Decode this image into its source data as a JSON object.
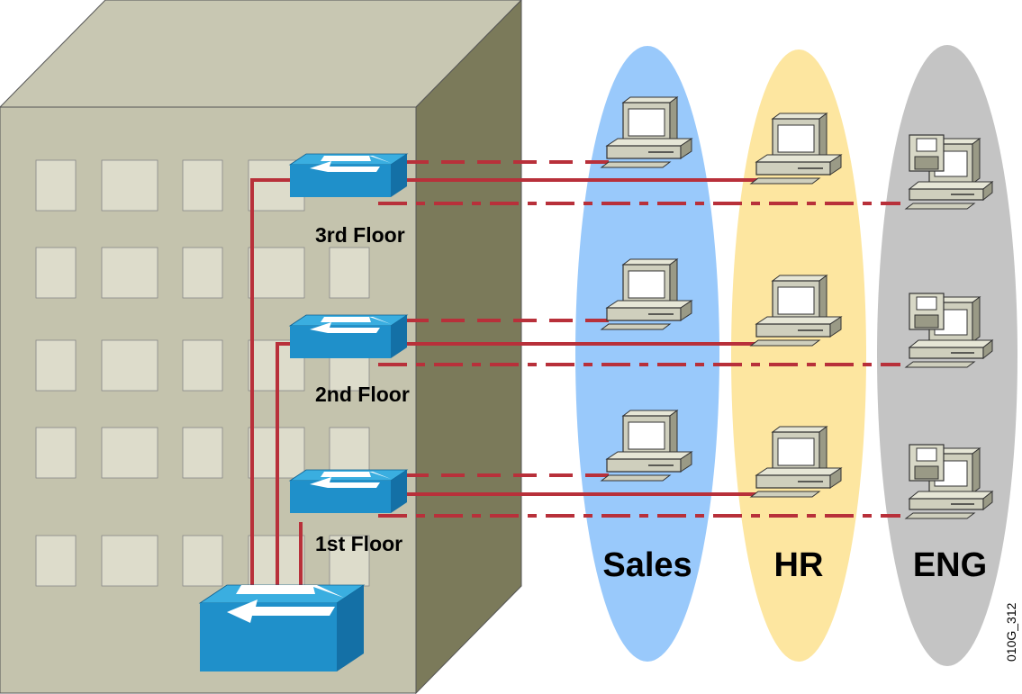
{
  "floors": [
    {
      "label": "3rd Floor"
    },
    {
      "label": "2nd Floor"
    },
    {
      "label": "1st Floor"
    }
  ],
  "groups": [
    {
      "name": "Sales",
      "color": "#99c9fb"
    },
    {
      "name": "HR",
      "color": "#fde6a0"
    },
    {
      "name": "ENG",
      "color": "#c4c4c4"
    }
  ],
  "figure_code": "010G_312",
  "colors": {
    "building_front": "#c4c3ad",
    "building_top": "#c8c7b2",
    "building_side": "#7b7a5a",
    "window": "#dddccb",
    "link": "#b8303a",
    "switch_top": "#36a8d8",
    "switch_front": "#1d8ec8",
    "switch_side": "#1572a8"
  },
  "link_styles": {
    "sales": "dashed",
    "hr": "solid",
    "eng": "dash-dot"
  },
  "icons": {
    "switch": "switch-icon",
    "pc": "pc-icon",
    "workstation": "workstation-icon"
  }
}
